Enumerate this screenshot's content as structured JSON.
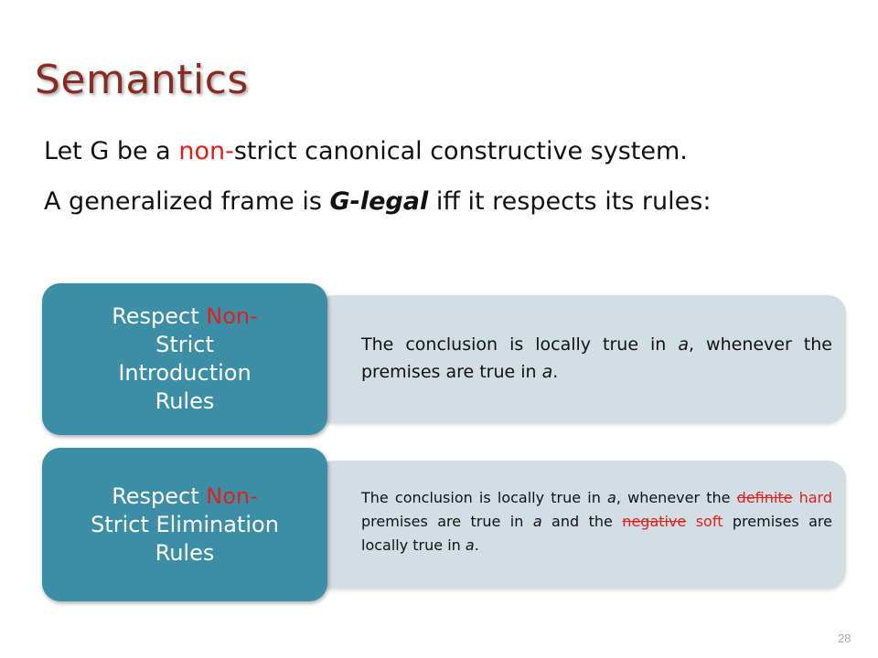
{
  "title": "Semantics",
  "line1": {
    "before": "Let G be a ",
    "highlight": "non-",
    "after": "strict canonical constructive system."
  },
  "line2": {
    "before": "A generalized frame is ",
    "emphasis": "G-legal",
    "after": " iff it respects its rules:"
  },
  "rule_intro": {
    "box_line1_a": "Respect ",
    "box_line1_b": "Non-",
    "box_line2": "Strict",
    "box_line3": "Introduction",
    "box_line4": "Rules",
    "desc_p1": "The conclusion is locally true in ",
    "desc_a1": "a",
    "desc_p2": ", whenever the premises are true in ",
    "desc_a2": "a",
    "desc_p3": "."
  },
  "rule_elim": {
    "box_line1_a": "Respect ",
    "box_line1_b": "Non-",
    "box_line2": "Strict Elimination",
    "box_line3": "Rules",
    "desc_p1": "The conclusion is locally true in ",
    "desc_a1": "a",
    "desc_p2": ", whenever the ",
    "struck1": "definite",
    "replacement1": " hard",
    "desc_p3": " premises are true in ",
    "desc_a2": "a",
    "desc_p4": " and the ",
    "struck2": "negative",
    "replacement2": " soft",
    "desc_p5": " premises are locally true in ",
    "desc_a3": "a",
    "desc_p6": "."
  },
  "page_number": "28",
  "colors": {
    "title": "#8a2b1f",
    "accent_red": "#e0201b",
    "box_teal": "#3b8ea5",
    "panel_gray": "#d3dde4"
  }
}
